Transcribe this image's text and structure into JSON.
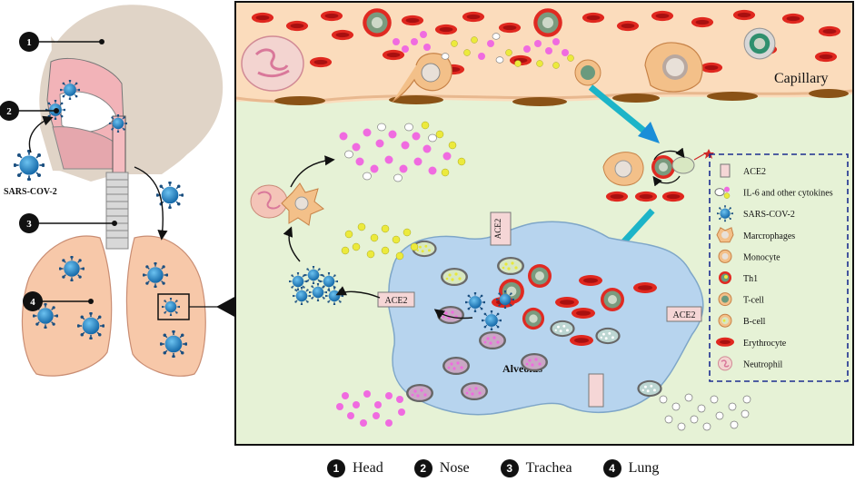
{
  "figure": {
    "sars_label": "SARS-COV-2",
    "capillary_label": "Capillary",
    "alveolus_label": "Alveolus",
    "ace2_tags": [
      "ACE2",
      "ACE2",
      "ACE2"
    ],
    "markers": [
      "1",
      "2",
      "3",
      "4"
    ]
  },
  "legend_box": {
    "items": [
      {
        "label": "ACE2",
        "icon": "receptor-icon"
      },
      {
        "label": "IL-6 and other cytokines",
        "icon": "cytokine-icon"
      },
      {
        "label": "SARS-COV-2",
        "icon": "virus-icon"
      },
      {
        "label": "Marcrophages",
        "icon": "macrophage-icon"
      },
      {
        "label": "Monocyte",
        "icon": "monocyte-icon"
      },
      {
        "label": "Th1",
        "icon": "th1-icon"
      },
      {
        "label": "T-cell",
        "icon": "t-cell-icon"
      },
      {
        "label": "B-cell",
        "icon": "b-cell-icon"
      },
      {
        "label": "Erythrocyte",
        "icon": "erythrocyte-icon"
      },
      {
        "label": "Neutrophil",
        "icon": "neutrophil-icon"
      }
    ]
  },
  "bottom_legend": [
    {
      "num": "1",
      "label": "Head"
    },
    {
      "num": "2",
      "label": "Nose"
    },
    {
      "num": "3",
      "label": "Trachea"
    },
    {
      "num": "4",
      "label": "Lung"
    }
  ],
  "colors": {
    "skin": "#e0d4c7",
    "lung": "#f7c8a9",
    "virus": "#2a8ccf",
    "capillary": "#fbdcbc",
    "tissue": "#e6f2d6",
    "alveolus": "#b7d4ee",
    "rbc": "#d8201c",
    "cytokine_pink": "#f06be0",
    "cytokine_yellow": "#ecea3c",
    "arrow_cyan": "#1cb4c8"
  }
}
